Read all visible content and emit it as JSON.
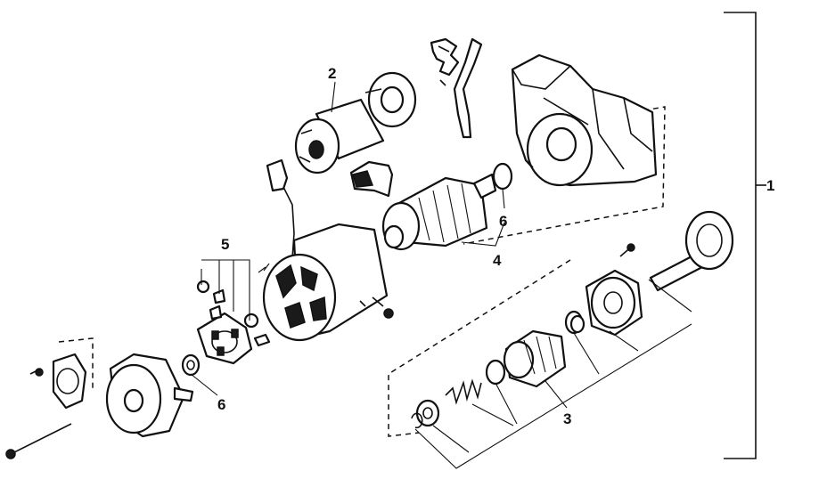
{
  "callouts": [
    {
      "id": "1",
      "label": "1"
    },
    {
      "id": "2",
      "label": "2"
    },
    {
      "id": "3",
      "label": "3"
    },
    {
      "id": "4",
      "label": "4"
    },
    {
      "id": "5",
      "label": "5"
    },
    {
      "id": "6a",
      "label": "6"
    },
    {
      "id": "6b",
      "label": "6"
    }
  ],
  "colors": {
    "ink": "#111111",
    "background": "#ffffff"
  }
}
